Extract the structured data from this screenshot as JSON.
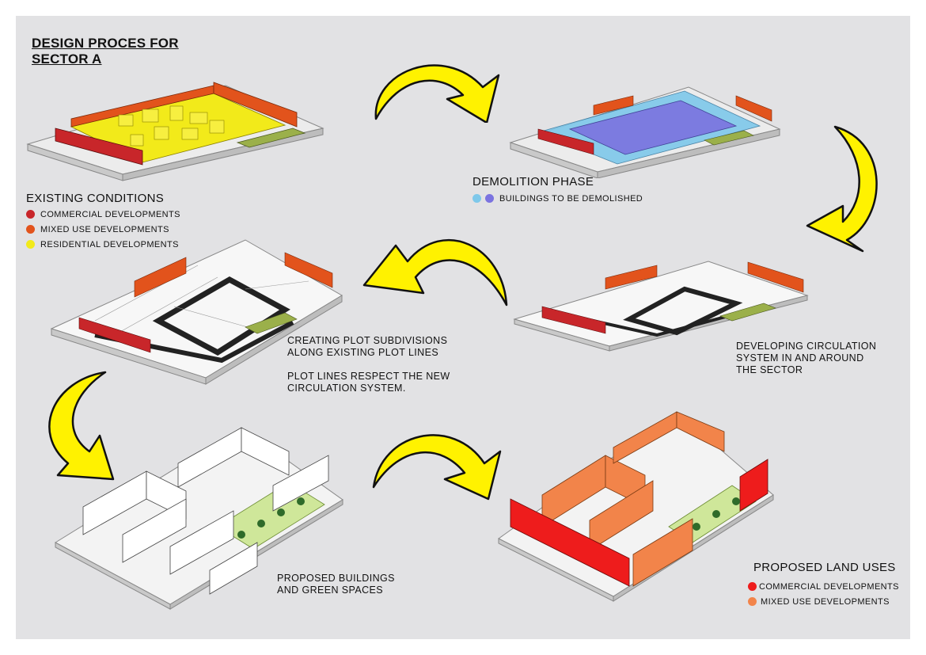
{
  "title": {
    "line1": "DESIGN PROCES FOR",
    "line2": "SECTOR A"
  },
  "steps": {
    "existing": {
      "heading": "EXISTING CONDITIONS",
      "legend": [
        {
          "label": "COMMERCIAL DEVELOPMENTS",
          "color": "#c8262a"
        },
        {
          "label": "MIXED USE DEVELOPMENTS",
          "color": "#e2531c"
        },
        {
          "label": "RESIDENTIAL DEVELOPMENTS",
          "color": "#f2ea1a"
        }
      ]
    },
    "demolition": {
      "heading": "DEMOLITION PHASE",
      "legend_label": "BUILDINGS TO BE DEMOLISHED",
      "colors": [
        "#7ec8ea",
        "#7b73e0"
      ]
    },
    "circulation": {
      "lines": [
        "DEVELOPING CIRCULATION",
        "SYSTEM IN AND AROUND",
        "THE SECTOR"
      ]
    },
    "plots": {
      "lines": [
        "CREATING PLOT SUBDIVISIONS",
        "ALONG EXISTING PLOT LINES",
        "",
        "PLOT LINES RESPECT  THE NEW",
        "CIRCULATION SYSTEM."
      ]
    },
    "proposed_buildings": {
      "lines": [
        "PROPOSED BUILDINGS",
        "AND GREEN SPACES"
      ]
    },
    "land_uses": {
      "heading": "PROPOSED LAND USES",
      "legend": [
        {
          "label": "COMMERCIAL DEVELOPMENTS",
          "color": "#ee1c1c"
        },
        {
          "label": "MIXED USE DEVELOPMENTS",
          "color": "#f2844a"
        }
      ]
    }
  },
  "colors": {
    "arrow_fill": "#fff200",
    "arrow_stroke": "#111111",
    "board": "#e2e2e4"
  },
  "icons": [
    "curved-arrow-icon"
  ]
}
